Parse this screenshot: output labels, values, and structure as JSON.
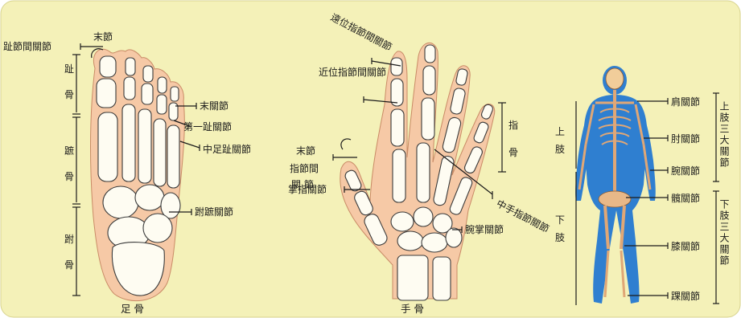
{
  "colors": {
    "background": "#f4f1b8",
    "skin": "#f6c9a6",
    "bone": "#fefcf2",
    "muscle_blue": "#2f7fd0",
    "skeleton_tan": "#e0a776"
  },
  "foot": {
    "caption": "足 骨",
    "labels": {
      "interphalangeal": "趾節間關節",
      "distal_phalanx": "末節",
      "phalanges_1": "趾",
      "phalanges_2": "骨",
      "metatarsals_1": "蹠",
      "metatarsals_2": "骨",
      "tarsals_1": "跗",
      "tarsals_2": "骨",
      "end_joint": "末關節",
      "first_toe_joint": "第一趾關節",
      "midfoot_toe_joint": "中足趾關節",
      "tarsometatarsal_joint": "跗蹠關節"
    }
  },
  "hand": {
    "caption": "手 骨",
    "labels": {
      "distal_ip_joint": "遠位指節間關節",
      "proximal_ip_joint": "近位指節間關節",
      "distal_phalanx": "末節",
      "ip_joint_1": "指節間",
      "ip_joint_2": "關 節",
      "mcp_joint": "掌指關節",
      "phalanges_1": "指",
      "phalanges_2": "骨",
      "metacarpophalangeal_joint": "中手指節關節",
      "wrist_joint": "腕掌關節"
    }
  },
  "body": {
    "labels": {
      "upper_limb_1": "上",
      "upper_limb_2": "肢",
      "lower_limb_1": "下",
      "lower_limb_2": "肢",
      "shoulder": "肩關節",
      "elbow": "肘關節",
      "wrist": "腕關節",
      "hip": "髖關節",
      "knee": "膝關節",
      "ankle": "踝關節",
      "upper_three": "上肢三大關節",
      "lower_three": "下肢三大關節"
    }
  }
}
